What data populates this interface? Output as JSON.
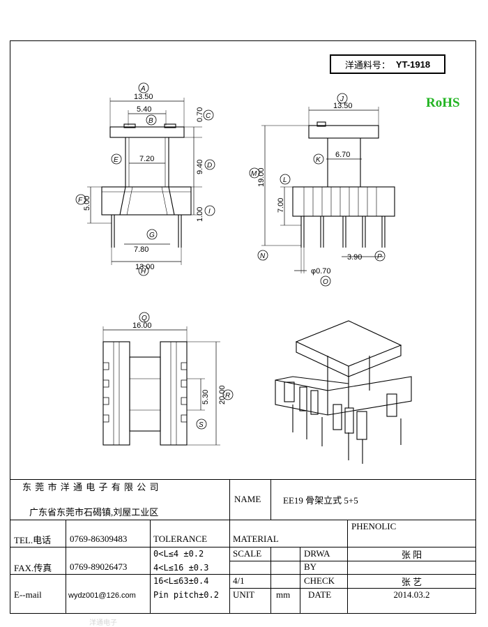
{
  "header": {
    "part_label": "洋通料号：",
    "part_number": "YT-1918",
    "rohs": "RoHS"
  },
  "dimensions": {
    "front": {
      "a": "13.50",
      "b": "5.40",
      "c": "0.70",
      "d": "9.40",
      "e": "7.20",
      "f": "5.00",
      "g": "7.80",
      "h": "13.00",
      "i": "1.00"
    },
    "side": {
      "j": "13.50",
      "k": "6.70",
      "l": "7.00",
      "m": "19.00",
      "o": "φ0.70",
      "p": "3.90"
    },
    "bottom": {
      "q": "16.00",
      "r": "20.00",
      "s": "5.30"
    }
  },
  "callouts": [
    "A",
    "B",
    "C",
    "D",
    "E",
    "F",
    "G",
    "H",
    "I",
    "J",
    "K",
    "L",
    "M",
    "N",
    "O",
    "P",
    "Q",
    "R",
    "S"
  ],
  "title_block": {
    "company": "东 莞 市 洋 通 电 子 有 限 公 司",
    "address": "广东省东莞市石碣镇,刘屋工业区",
    "name_label": "NAME",
    "name_value": "EE19 骨架立式 5+5",
    "tel_label": "TEL.电话",
    "tel_value": "0769-86309483",
    "fax_label": "FAX.传真",
    "fax_value": "0769-89026473",
    "email_label": "E--mail",
    "email_value": "wydz001@126.com",
    "tolerance_label": "TOLERANCE",
    "tolerance_lines": [
      "0<L≤4  ±0.2",
      "4<L≤16 ±0.3",
      "16<L≤63±0.4",
      "Pin pitch±0.2"
    ],
    "material_label": "MATERIAL",
    "material_value": "PHENOLIC",
    "scale_label": "SCALE",
    "scale_value": "4/1",
    "drawn_label_1": "DRWA",
    "drawn_label_2": "BY",
    "drawn_value": "张 阳",
    "check_label": "CHECK",
    "check_value": "张 艺",
    "unit_label": "UNIT",
    "unit_value": "mm",
    "date_label": "DATE",
    "date_value": "2014.03.2"
  },
  "watermark": "洋通电子"
}
